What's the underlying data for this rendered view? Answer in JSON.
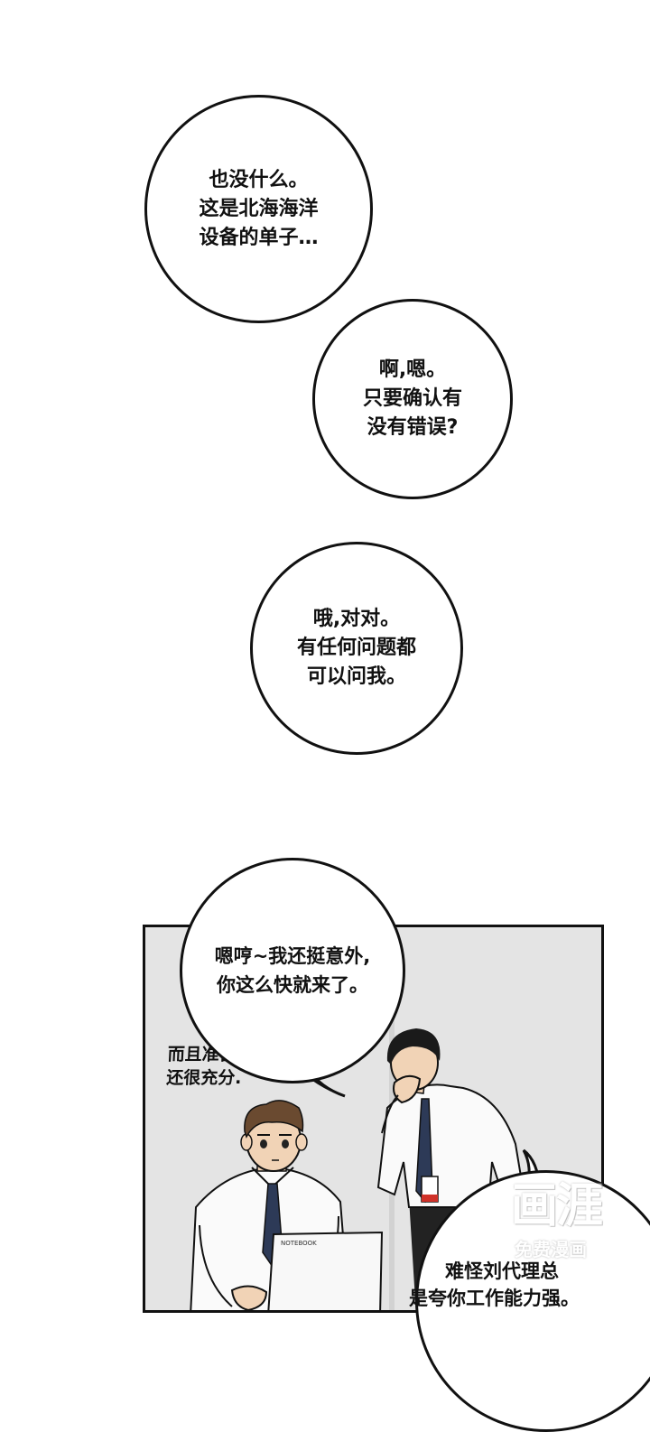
{
  "bubbles": [
    {
      "lines": [
        "也没什么。",
        "这是北海海洋",
        "设备的单子…"
      ]
    },
    {
      "lines": [
        "啊,嗯。",
        "只要确认有",
        "没有错误?"
      ]
    },
    {
      "lines": [
        "哦,对对。",
        "有任何问题都",
        "可以问我。"
      ]
    }
  ],
  "panel": {
    "bubble": {
      "lines": [
        "嗯哼~我还挺意外,",
        "你这么快就来了。"
      ]
    },
    "aside": {
      "lines": [
        "而且准备的",
        "还很充分."
      ]
    },
    "laptop_label": "NOTEBOOK",
    "bottom_bubble": {
      "lines": [
        "难怪刘代理总",
        "是夸你工作能力强。"
      ]
    }
  },
  "watermark": {
    "top": "画涯",
    "bottom": "免费漫画"
  },
  "colors": {
    "panel_bg": "#e4e4e4",
    "ink": "#111111",
    "tie": "#2d3a57",
    "hair": "#6a4a30"
  }
}
